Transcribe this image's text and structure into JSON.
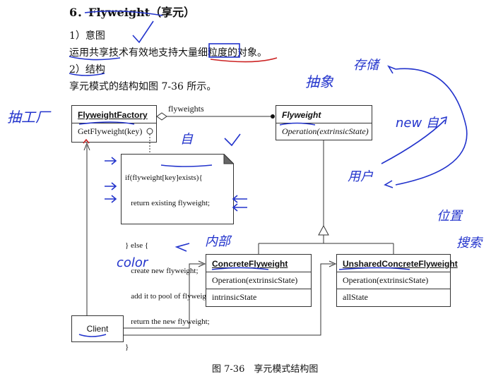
{
  "heading": "6．Flyweight（享元）",
  "intent": {
    "title": "1）意图",
    "desc": "运用共享技术有效地支持大量细粒度的对象。"
  },
  "structure": {
    "title": "2）结构",
    "desc": "享元模式的结构如图 7-36 所示。"
  },
  "diagram": {
    "factory": {
      "name": "FlyweightFactory",
      "op": "GetFlyweight(key)"
    },
    "assoc_label": "flyweights",
    "flyweight": {
      "name": "Flyweight",
      "op": "Operation(extrinsicState)"
    },
    "note_lines": [
      "if(flyweight[key]exists){",
      "   return existing flyweight;",
      "",
      "} else {",
      "   create new flyweight;",
      "   add it to pool of flyweights;",
      "   return the new flyweight;",
      "}"
    ],
    "concrete": {
      "name": "ConcreteFlyweight",
      "op": "Operation(extrinsicState)",
      "attr": "intrinsicState"
    },
    "unshared": {
      "name": "UnsharedConcreteFlyweight",
      "op": "Operation(extrinsicState)",
      "attr": "allState"
    },
    "client": "Client"
  },
  "caption": "图 7-36　享元模式结构图",
  "handwriting": {
    "abstract_factory": "抽工厂",
    "abstract": "抽象",
    "storage": "存储",
    "new_self": "new 自",
    "user": "用户",
    "self_a": "自",
    "inner_state": "内部",
    "color": "color",
    "position": "位置",
    "search": "搜索"
  },
  "colors": {
    "ink": "#111111",
    "pen_blue": "#2233cc",
    "pen_red": "#cc2222"
  }
}
